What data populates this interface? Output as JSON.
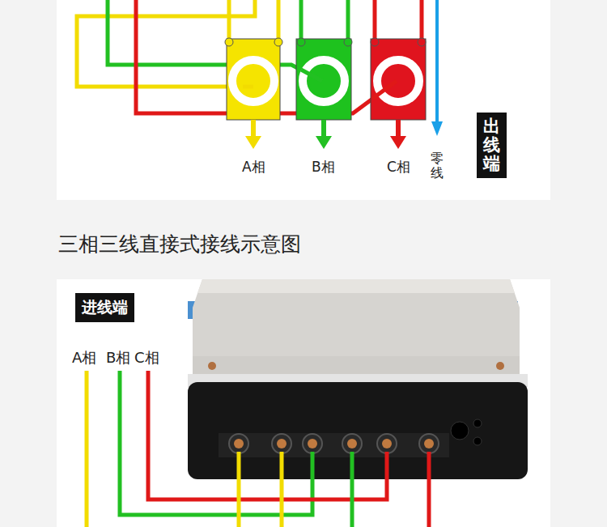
{
  "diagram": {
    "title": "三相三线直接式接线示意图",
    "nodes": [
      {
        "text": [
          "出线端"
        ]
      },
      {
        "text": [
          "进线端"
        ]
      }
    ],
    "labels": [
      "A相",
      "B相",
      "C相",
      "零线",
      "A相",
      "B相",
      "C相"
    ]
  }
}
